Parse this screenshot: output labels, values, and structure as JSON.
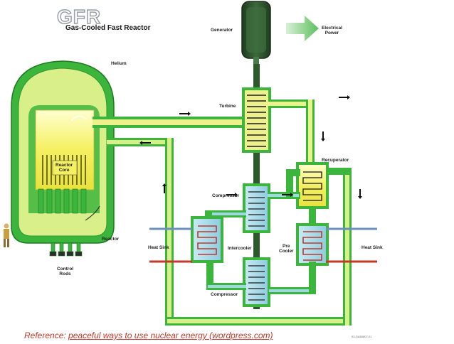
{
  "header": {
    "logo_text": "GFR",
    "title": "Gas-Cooled Fast Reactor"
  },
  "labels": {
    "generator": "Generator",
    "electrical_power": "Electrical\nPower",
    "helium": "Helium",
    "turbine": "Turbine",
    "reactor_core": "Reactor\nCore",
    "recuperator": "Recuperator",
    "compressor_top": "Compressor",
    "reactor": "Reactor",
    "heat_sink_left": "Heat Sink",
    "intercooler": "Intercooler",
    "pre_cooler": "Pre\nCooler",
    "heat_sink_right": "Heat Sink",
    "control_rods": "Control\nRods",
    "compressor_bottom": "Compressor"
  },
  "footer": {
    "reference_prefix": "Reference:",
    "reference_link": "peaceful ways to use nuclear energy (wordpress.com)",
    "drawing_code": "03-GA50807-01"
  },
  "colors": {
    "reactor_green": "#3cb53c",
    "reactor_inner": "#d9ef8a",
    "core_yellow": "#f5f060",
    "pipe_yellow": "#eef08a",
    "component_blue": "#9fd6e8",
    "generator_dark": "#2d4a2d",
    "arrow_green": "#5cbf5c",
    "reference_red": "#c0392b"
  }
}
